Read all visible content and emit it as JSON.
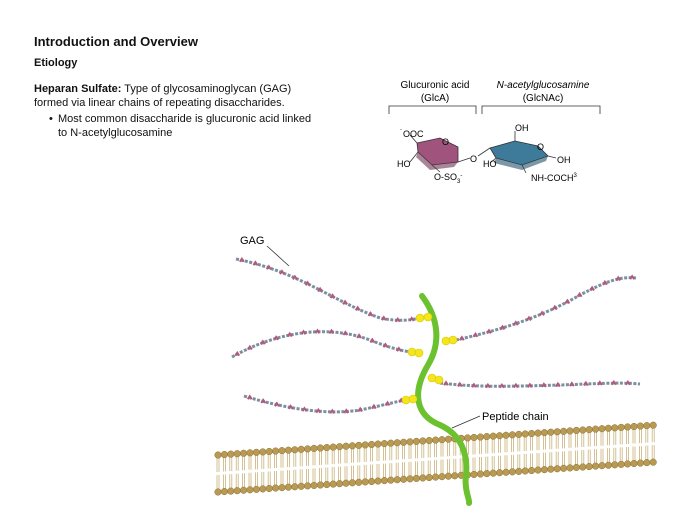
{
  "header": {
    "section_title": "Introduction and Overview",
    "subsection": "Etiology"
  },
  "body": {
    "term": "Heparan Sulfate:",
    "definition": "Type of glycosaminoglycan (GAG) formed via linear chains of repeating disaccharides.",
    "bullet": "Most common disaccharide is glucuronic acid linked to N-acetylglucosamine"
  },
  "structure": {
    "left_label": "Glucuronic acid",
    "left_abbr": "(GlcA)",
    "right_label": "N-acetylglucosamine",
    "right_abbr": "(GlcNAc)",
    "left_ring_color": "#a0547d",
    "right_ring_color": "#3e7a9a",
    "atoms": {
      "coo_charge": "-",
      "coo": "OOC",
      "ring_o": "O",
      "ho_left": "HO",
      "oso3": "O-SO",
      "oso3_sub": "3",
      "oso3_charge": "-",
      "bridge_o": "O",
      "oh_top": "OH",
      "oh_right": "OH",
      "ho_right": "HO",
      "nh": "NH-COCH",
      "nh_sup": "3"
    }
  },
  "figure": {
    "gag_label": "GAG",
    "peptide_label": "Peptide chain",
    "membrane_color": "#b99a52",
    "peptide_color": "#6cc12e",
    "linker_color": "#f5e61a"
  }
}
